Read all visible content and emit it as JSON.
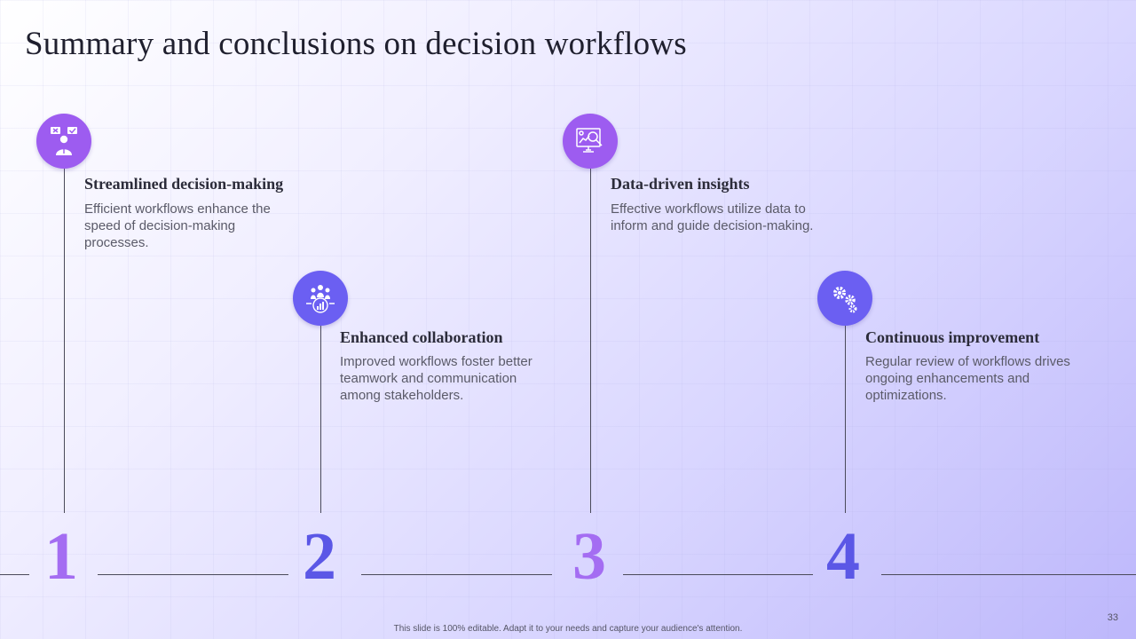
{
  "slide": {
    "title": "Summary and conclusions on decision workflows",
    "page_number": "33",
    "footer_note": "This slide is 100% editable. Adapt it to your needs and capture your audience's attention."
  },
  "colors": {
    "purple": "#9d5cf0",
    "blue": "#6b5ff2",
    "line": "#4a4a5a"
  },
  "items": [
    {
      "number": "1",
      "title": "Streamlined decision-making",
      "description": "Efficient workflows enhance the speed of decision-making processes.",
      "icon": "decision-person-icon"
    },
    {
      "number": "2",
      "title": "Enhanced collaboration",
      "description": "Improved workflows foster better teamwork and communication among stakeholders.",
      "icon": "team-chart-icon"
    },
    {
      "number": "3",
      "title": "Data-driven insights",
      "description": "Effective workflows utilize data to inform and guide decision-making.",
      "icon": "data-monitor-icon"
    },
    {
      "number": "4",
      "title": "Continuous improvement",
      "description": "Regular review of workflows drives ongoing enhancements and optimizations.",
      "icon": "gears-icon"
    }
  ]
}
